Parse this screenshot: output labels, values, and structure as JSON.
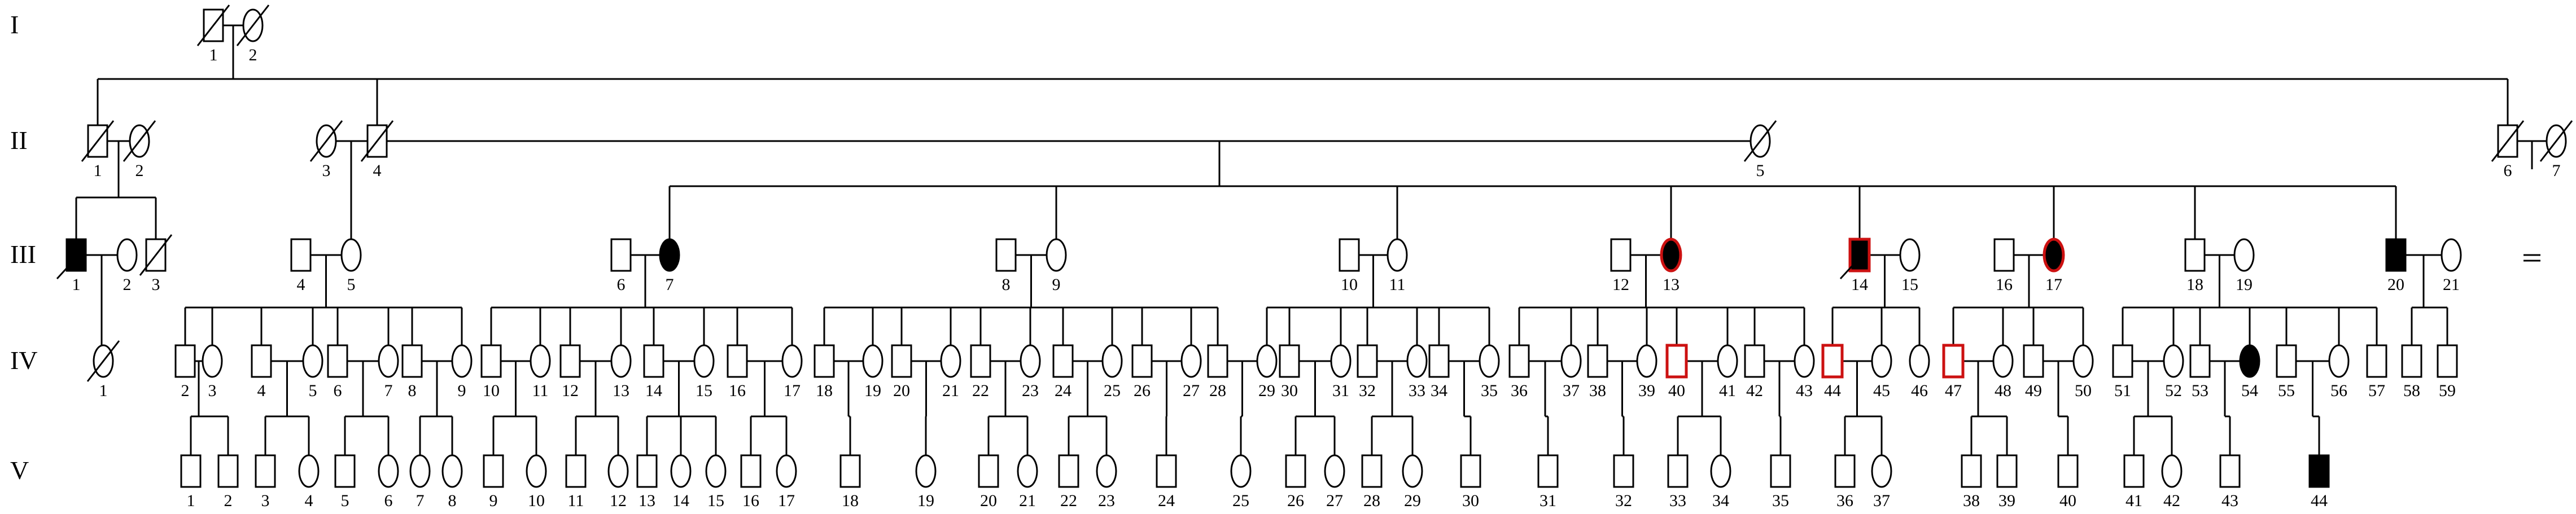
{
  "generations": [
    {
      "id": "I",
      "label": "I"
    },
    {
      "id": "II",
      "label": "II"
    },
    {
      "id": "III",
      "label": "III"
    },
    {
      "id": "IV",
      "label": "IV"
    },
    {
      "id": "V",
      "label": "V"
    }
  ],
  "legend_colors": {
    "affected_fill": "#000000",
    "highlight_outline": "#cc1111",
    "line": "#000000"
  },
  "individuals": [
    {
      "gen": "I",
      "n": "1",
      "sex": "M",
      "deceased": true
    },
    {
      "gen": "I",
      "n": "2",
      "sex": "F",
      "deceased": true
    },
    {
      "gen": "II",
      "n": "1",
      "sex": "M",
      "deceased": true
    },
    {
      "gen": "II",
      "n": "2",
      "sex": "F",
      "deceased": true
    },
    {
      "gen": "II",
      "n": "3",
      "sex": "F",
      "deceased": true
    },
    {
      "gen": "II",
      "n": "4",
      "sex": "M",
      "deceased": true
    },
    {
      "gen": "II",
      "n": "5",
      "sex": "F",
      "deceased": true
    },
    {
      "gen": "II",
      "n": "6",
      "sex": "M",
      "deceased": true
    },
    {
      "gen": "II",
      "n": "7",
      "sex": "F",
      "deceased": true
    },
    {
      "gen": "III",
      "n": "1",
      "sex": "M",
      "affected": true,
      "proband": true
    },
    {
      "gen": "III",
      "n": "2",
      "sex": "F"
    },
    {
      "gen": "III",
      "n": "3",
      "sex": "M",
      "deceased": true
    },
    {
      "gen": "III",
      "n": "4",
      "sex": "M"
    },
    {
      "gen": "III",
      "n": "5",
      "sex": "F"
    },
    {
      "gen": "III",
      "n": "6",
      "sex": "M"
    },
    {
      "gen": "III",
      "n": "7",
      "sex": "F",
      "affected": true
    },
    {
      "gen": "III",
      "n": "8",
      "sex": "M"
    },
    {
      "gen": "III",
      "n": "9",
      "sex": "F"
    },
    {
      "gen": "III",
      "n": "10",
      "sex": "M"
    },
    {
      "gen": "III",
      "n": "11",
      "sex": "F"
    },
    {
      "gen": "III",
      "n": "12",
      "sex": "M"
    },
    {
      "gen": "III",
      "n": "13",
      "sex": "F",
      "affected": true,
      "highlight": true
    },
    {
      "gen": "III",
      "n": "14",
      "sex": "M",
      "affected": true,
      "highlight": true,
      "proband": true
    },
    {
      "gen": "III",
      "n": "15",
      "sex": "F"
    },
    {
      "gen": "III",
      "n": "16",
      "sex": "M"
    },
    {
      "gen": "III",
      "n": "17",
      "sex": "F",
      "affected": true,
      "highlight": true
    },
    {
      "gen": "III",
      "n": "18",
      "sex": "M"
    },
    {
      "gen": "III",
      "n": "19",
      "sex": "F"
    },
    {
      "gen": "III",
      "n": "20",
      "sex": "M",
      "affected": true
    },
    {
      "gen": "III",
      "n": "21",
      "sex": "F"
    },
    {
      "gen": "IV",
      "n": "1",
      "sex": "F",
      "deceased": true
    },
    {
      "gen": "IV",
      "n": "2",
      "sex": "M"
    },
    {
      "gen": "IV",
      "n": "3",
      "sex": "F"
    },
    {
      "gen": "IV",
      "n": "4",
      "sex": "M"
    },
    {
      "gen": "IV",
      "n": "5",
      "sex": "F"
    },
    {
      "gen": "IV",
      "n": "6",
      "sex": "M"
    },
    {
      "gen": "IV",
      "n": "7",
      "sex": "F"
    },
    {
      "gen": "IV",
      "n": "8",
      "sex": "M"
    },
    {
      "gen": "IV",
      "n": "9",
      "sex": "F"
    },
    {
      "gen": "IV",
      "n": "10",
      "sex": "M"
    },
    {
      "gen": "IV",
      "n": "11",
      "sex": "F"
    },
    {
      "gen": "IV",
      "n": "12",
      "sex": "M"
    },
    {
      "gen": "IV",
      "n": "13",
      "sex": "F"
    },
    {
      "gen": "IV",
      "n": "14",
      "sex": "M"
    },
    {
      "gen": "IV",
      "n": "15",
      "sex": "F"
    },
    {
      "gen": "IV",
      "n": "16",
      "sex": "M"
    },
    {
      "gen": "IV",
      "n": "17",
      "sex": "F"
    },
    {
      "gen": "IV",
      "n": "18",
      "sex": "M"
    },
    {
      "gen": "IV",
      "n": "19",
      "sex": "F"
    },
    {
      "gen": "IV",
      "n": "20",
      "sex": "M"
    },
    {
      "gen": "IV",
      "n": "21",
      "sex": "F"
    },
    {
      "gen": "IV",
      "n": "22",
      "sex": "M"
    },
    {
      "gen": "IV",
      "n": "23",
      "sex": "F"
    },
    {
      "gen": "IV",
      "n": "24",
      "sex": "M"
    },
    {
      "gen": "IV",
      "n": "25",
      "sex": "F"
    },
    {
      "gen": "IV",
      "n": "26",
      "sex": "M"
    },
    {
      "gen": "IV",
      "n": "27",
      "sex": "F"
    },
    {
      "gen": "IV",
      "n": "28",
      "sex": "M"
    },
    {
      "gen": "IV",
      "n": "29",
      "sex": "F"
    },
    {
      "gen": "IV",
      "n": "30",
      "sex": "M"
    },
    {
      "gen": "IV",
      "n": "31",
      "sex": "F"
    },
    {
      "gen": "IV",
      "n": "32",
      "sex": "M"
    },
    {
      "gen": "IV",
      "n": "33",
      "sex": "F"
    },
    {
      "gen": "IV",
      "n": "34",
      "sex": "M"
    },
    {
      "gen": "IV",
      "n": "35",
      "sex": "F"
    },
    {
      "gen": "IV",
      "n": "36",
      "sex": "M"
    },
    {
      "gen": "IV",
      "n": "37",
      "sex": "F"
    },
    {
      "gen": "IV",
      "n": "38",
      "sex": "M"
    },
    {
      "gen": "IV",
      "n": "39",
      "sex": "F"
    },
    {
      "gen": "IV",
      "n": "40",
      "sex": "M",
      "highlight": true
    },
    {
      "gen": "IV",
      "n": "41",
      "sex": "F"
    },
    {
      "gen": "IV",
      "n": "42",
      "sex": "M"
    },
    {
      "gen": "IV",
      "n": "43",
      "sex": "F"
    },
    {
      "gen": "IV",
      "n": "44",
      "sex": "M",
      "highlight": true
    },
    {
      "gen": "IV",
      "n": "45",
      "sex": "F"
    },
    {
      "gen": "IV",
      "n": "46",
      "sex": "F"
    },
    {
      "gen": "IV",
      "n": "47",
      "sex": "M",
      "highlight": true
    },
    {
      "gen": "IV",
      "n": "48",
      "sex": "F"
    },
    {
      "gen": "IV",
      "n": "49",
      "sex": "M"
    },
    {
      "gen": "IV",
      "n": "50",
      "sex": "F"
    },
    {
      "gen": "IV",
      "n": "51",
      "sex": "M"
    },
    {
      "gen": "IV",
      "n": "52",
      "sex": "F"
    },
    {
      "gen": "IV",
      "n": "53",
      "sex": "M"
    },
    {
      "gen": "IV",
      "n": "54",
      "sex": "F",
      "affected": true
    },
    {
      "gen": "IV",
      "n": "55",
      "sex": "M"
    },
    {
      "gen": "IV",
      "n": "56",
      "sex": "F"
    },
    {
      "gen": "IV",
      "n": "57",
      "sex": "M"
    },
    {
      "gen": "IV",
      "n": "58",
      "sex": "M"
    },
    {
      "gen": "IV",
      "n": "59",
      "sex": "M"
    },
    {
      "gen": "V",
      "n": "1",
      "sex": "M"
    },
    {
      "gen": "V",
      "n": "2",
      "sex": "M"
    },
    {
      "gen": "V",
      "n": "3",
      "sex": "M"
    },
    {
      "gen": "V",
      "n": "4",
      "sex": "F"
    },
    {
      "gen": "V",
      "n": "5",
      "sex": "M"
    },
    {
      "gen": "V",
      "n": "6",
      "sex": "F"
    },
    {
      "gen": "V",
      "n": "7",
      "sex": "F"
    },
    {
      "gen": "V",
      "n": "8",
      "sex": "F"
    },
    {
      "gen": "V",
      "n": "9",
      "sex": "M"
    },
    {
      "gen": "V",
      "n": "10",
      "sex": "F"
    },
    {
      "gen": "V",
      "n": "11",
      "sex": "M"
    },
    {
      "gen": "V",
      "n": "12",
      "sex": "F"
    },
    {
      "gen": "V",
      "n": "13",
      "sex": "M"
    },
    {
      "gen": "V",
      "n": "14",
      "sex": "F"
    },
    {
      "gen": "V",
      "n": "15",
      "sex": "F"
    },
    {
      "gen": "V",
      "n": "16",
      "sex": "M"
    },
    {
      "gen": "V",
      "n": "17",
      "sex": "F"
    },
    {
      "gen": "V",
      "n": "18",
      "sex": "M"
    },
    {
      "gen": "V",
      "n": "19",
      "sex": "F"
    },
    {
      "gen": "V",
      "n": "20",
      "sex": "M"
    },
    {
      "gen": "V",
      "n": "21",
      "sex": "F"
    },
    {
      "gen": "V",
      "n": "22",
      "sex": "M"
    },
    {
      "gen": "V",
      "n": "23",
      "sex": "F"
    },
    {
      "gen": "V",
      "n": "24",
      "sex": "M"
    },
    {
      "gen": "V",
      "n": "25",
      "sex": "F"
    },
    {
      "gen": "V",
      "n": "26",
      "sex": "M"
    },
    {
      "gen": "V",
      "n": "27",
      "sex": "F"
    },
    {
      "gen": "V",
      "n": "28",
      "sex": "M"
    },
    {
      "gen": "V",
      "n": "29",
      "sex": "F"
    },
    {
      "gen": "V",
      "n": "30",
      "sex": "M"
    },
    {
      "gen": "V",
      "n": "31",
      "sex": "M"
    },
    {
      "gen": "V",
      "n": "32",
      "sex": "M"
    },
    {
      "gen": "V",
      "n": "33",
      "sex": "M"
    },
    {
      "gen": "V",
      "n": "34",
      "sex": "F"
    },
    {
      "gen": "V",
      "n": "35",
      "sex": "M"
    },
    {
      "gen": "V",
      "n": "36",
      "sex": "M"
    },
    {
      "gen": "V",
      "n": "37",
      "sex": "F"
    },
    {
      "gen": "V",
      "n": "38",
      "sex": "M"
    },
    {
      "gen": "V",
      "n": "39",
      "sex": "M"
    },
    {
      "gen": "V",
      "n": "40",
      "sex": "M"
    },
    {
      "gen": "V",
      "n": "41",
      "sex": "M"
    },
    {
      "gen": "V",
      "n": "42",
      "sex": "F"
    },
    {
      "gen": "V",
      "n": "43",
      "sex": "M"
    },
    {
      "gen": "V",
      "n": "44",
      "sex": "M",
      "affected": true
    }
  ]
}
